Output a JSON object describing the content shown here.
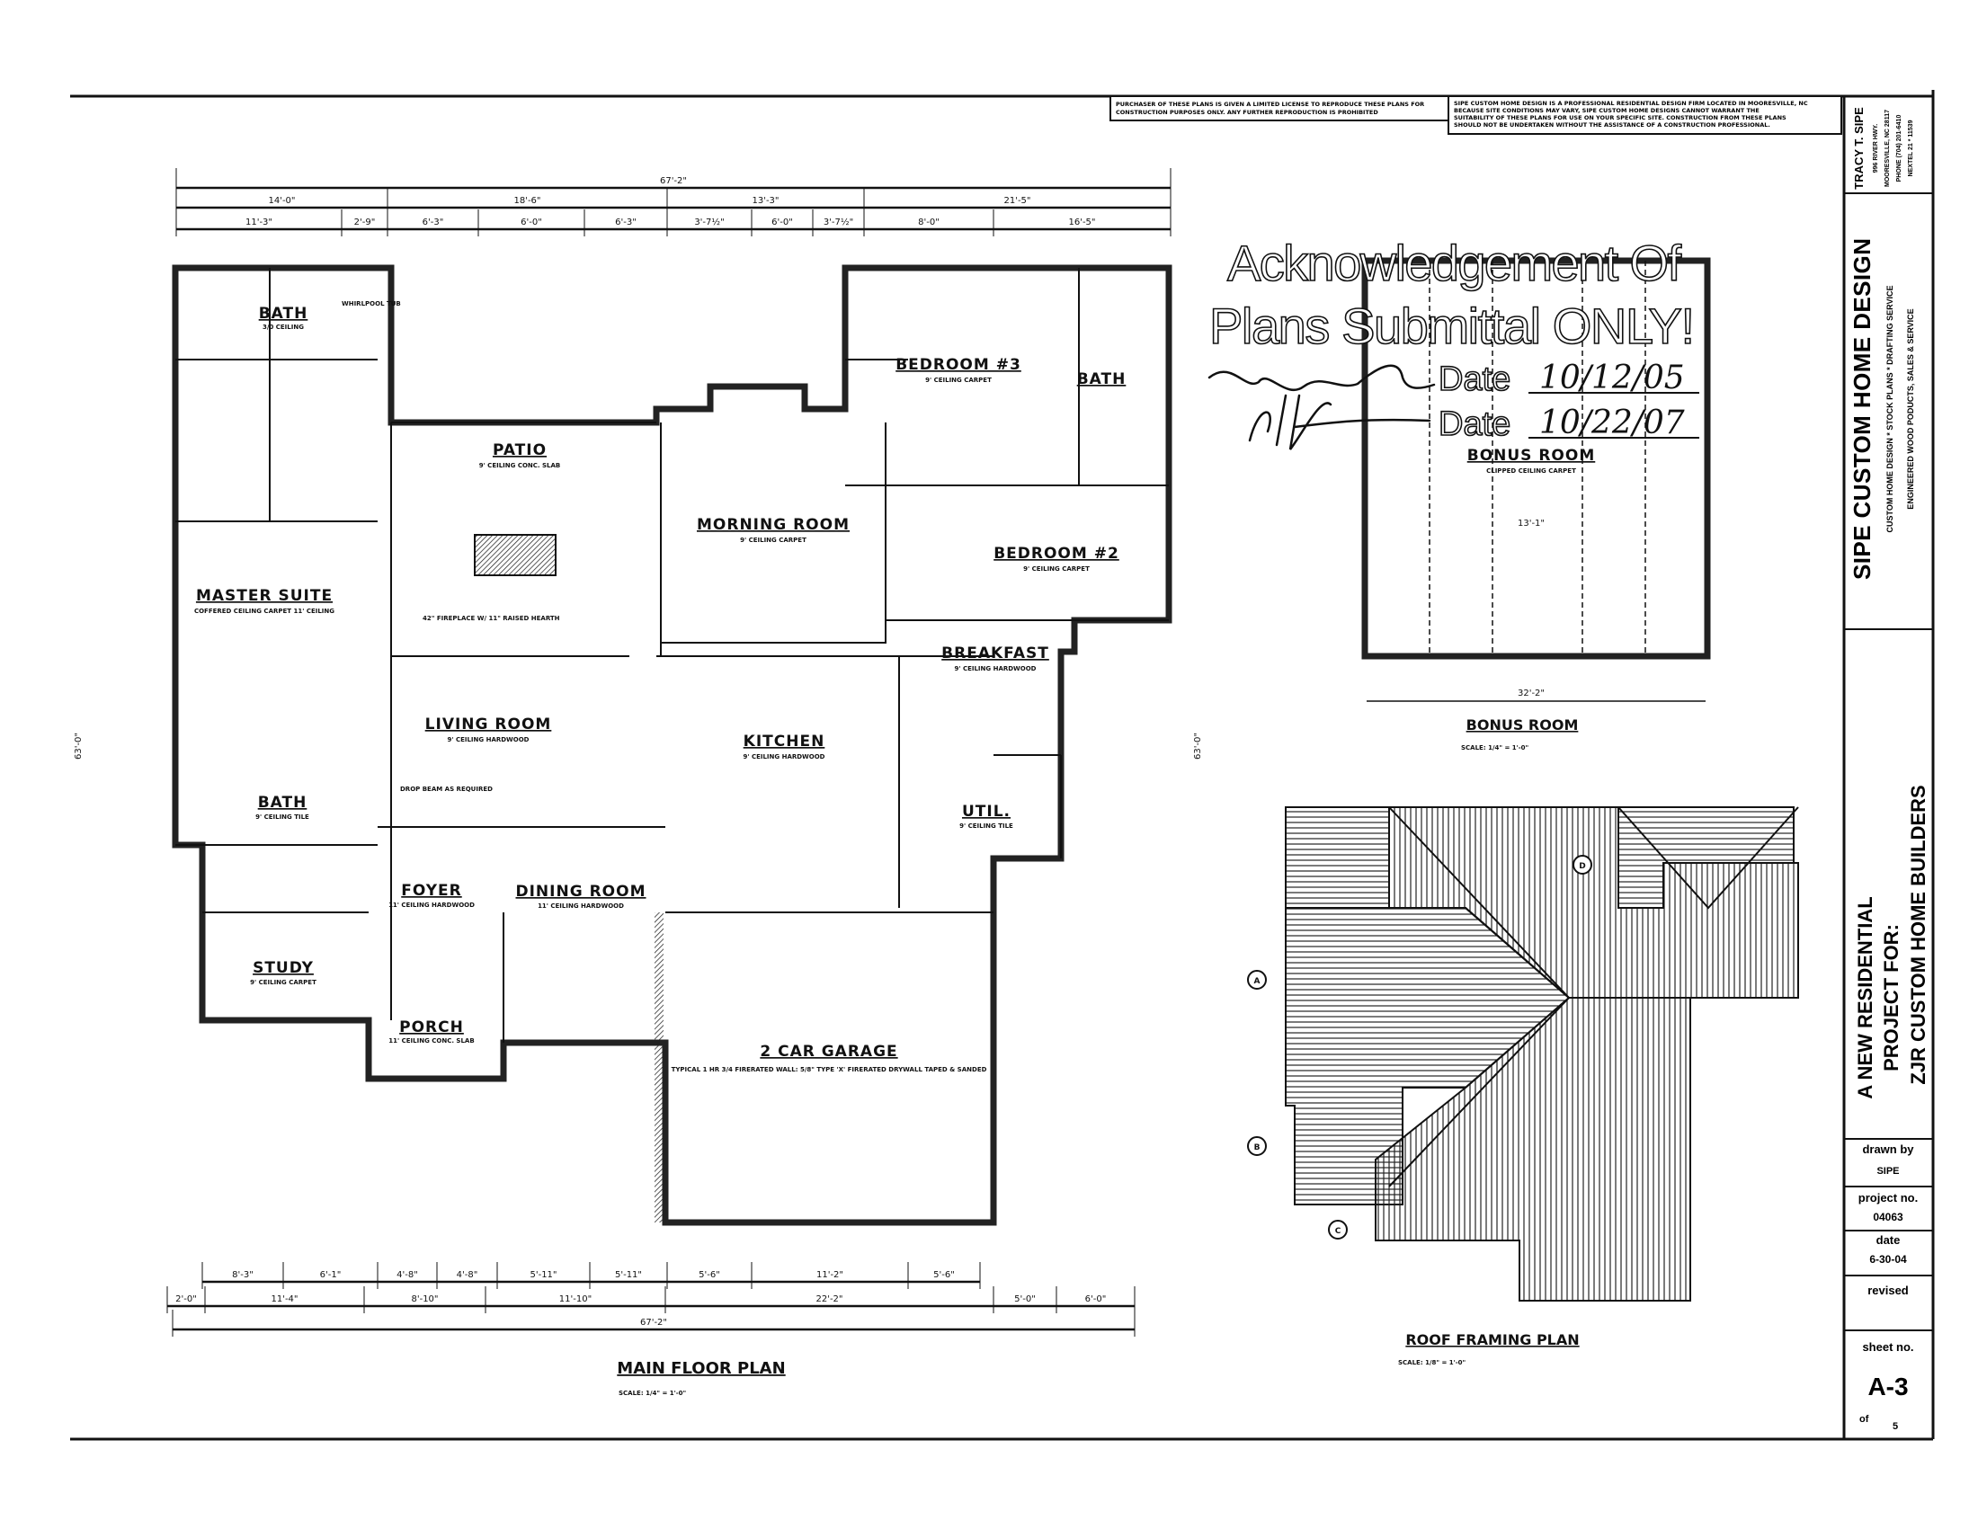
{
  "notices": {
    "license": [
      "PURCHASER OF THESE PLANS IS GIVEN A LIMITED LICENSE TO REPRODUCE THESE PLANS FOR",
      "CONSTRUCTION PURPOSES ONLY. ANY FURTHER REPRODUCTION IS PROHIBITED"
    ],
    "disclaimer": [
      "SIPE CUSTOM HOME DESIGN IS A PROFESSIONAL RESIDENTIAL DESIGN FIRM LOCATED IN MOORESVILLE, NC",
      "BECAUSE SITE CONDITIONS MAY VARY, SIPE CUSTOM HOME DESIGNS CANNOT WARRANT THE",
      "SUITABILITY OF THESE PLANS FOR USE ON YOUR SPECIFIC SITE. CONSTRUCTION FROM THESE PLANS",
      "SHOULD NOT BE UNDERTAKEN WITHOUT THE ASSISTANCE OF A CONSTRUCTION PROFESSIONAL."
    ]
  },
  "stamp": {
    "line1": "Acknowledgement Of",
    "line2": "Plans Submittal ONLY!",
    "date_label_1": "Date",
    "date_value_1": "10/12/05",
    "date_label_2": "Date",
    "date_value_2": "10/22/07"
  },
  "plan": {
    "title": "MAIN FLOOR PLAN",
    "scale": "SCALE: 1/4\" = 1'-0\"",
    "rooms": [
      {
        "name": "BATH",
        "note": "3/0 CEILING"
      },
      {
        "name": "PATIO",
        "note": "9' CEILING CONC. SLAB"
      },
      {
        "name": "MORNING ROOM",
        "note": "9' CEILING CARPET"
      },
      {
        "name": "BEDROOM #3",
        "note": "9' CEILING CARPET"
      },
      {
        "name": "BATH",
        "note": ""
      },
      {
        "name": "BEDROOM #2",
        "note": "9' CEILING CARPET"
      },
      {
        "name": "MASTER SUITE",
        "note": "COFFERED CEILING CARPET 11' CEILING"
      },
      {
        "name": "LIVING ROOM",
        "note": "9' CEILING HARDWOOD"
      },
      {
        "name": "KITCHEN",
        "note": "9' CEILING HARDWOOD"
      },
      {
        "name": "BREAKFAST",
        "note": "9' CEILING HARDWOOD"
      },
      {
        "name": "UTIL.",
        "note": "9' CEILING TILE"
      },
      {
        "name": "BATH",
        "note": "9' CEILING TILE"
      },
      {
        "name": "FOYER",
        "note": "11' CEILING HARDWOOD"
      },
      {
        "name": "DINING ROOM",
        "note": "11' CEILING HARDWOOD"
      },
      {
        "name": "STUDY",
        "note": "9' CEILING CARPET"
      },
      {
        "name": "PORCH",
        "note": "11' CEILING CONC. SLAB"
      },
      {
        "name": "2 CAR GARAGE",
        "note": "TYPICAL 1 HR 3/4 FIRERATED WALL: 5/8\" TYPE 'X' FIRERATED DRYWALL TAPED & SANDED"
      }
    ],
    "misc_notes": [
      "WHIRLPOOL TUB",
      "42\" FIREPLACE W/ 11\" RAISED HEARTH",
      "DROP BEAM AS REQUIRED"
    ],
    "top_dims": {
      "overall": "67'-2\"",
      "row2": [
        "14'-0\"",
        "18'-6\"",
        "13'-3\"",
        "21'-5\""
      ],
      "row3": [
        "11'-3\"",
        "2'-9\"",
        "6'-3\"",
        "6'-0\"",
        "6'-3\"",
        "3'-7½\"",
        "6'-0\"",
        "3'-7½\"",
        "8'-0\"",
        "16'-5\""
      ]
    },
    "bottom_dims": {
      "row1": [
        "8'-3\"",
        "6'-1\"",
        "4'-8\"",
        "4'-8\"",
        "5'-11\"",
        "5'-11\"",
        "5'-6\"",
        "11'-2\"",
        "5'-6\""
      ],
      "row2": [
        "2'-0\"",
        "11'-4\"",
        "8'-10\"",
        "11'-10\"",
        "22'-2\"",
        "5'-0\"",
        "6'-0\""
      ],
      "overall": "67'-2\""
    },
    "side_dims": {
      "left": "63'-0\"",
      "right": "63'-0\""
    }
  },
  "bonus": {
    "room_label": "BONUS ROOM",
    "room_note": "CLIPPED CEILING CARPET",
    "dim_width": "32'-2\"",
    "dim_inner": "13'-1\"",
    "title": "BONUS ROOM",
    "scale": "SCALE: 1/4\" = 1'-0\""
  },
  "roof": {
    "title": "ROOF FRAMING PLAN",
    "scale": "SCALE: 1/8\" = 1'-0\"",
    "markers": [
      "A",
      "B",
      "C",
      "D"
    ]
  },
  "title_block": {
    "company": "SIPE CUSTOM HOME DESIGN",
    "services_1": "CUSTOM HOME DESIGN * STOCK PLANS * DRAFTING SERVICE",
    "services_2": "ENGINEERED WOOD PODUCTS, SALES & SERVICE",
    "designer": "TRACY T. SIPE",
    "address_1": "996 RIVER HWY.",
    "address_2": "MOORESVILLE, NC 28117",
    "phone": "PHONE (704) 201-6410",
    "nextel": "NEXTEL 21 * 11539",
    "project_1": "A NEW RESIDENTIAL",
    "project_2": "PROJECT FOR:",
    "project_3": "ZJR CUSTOM HOME BUILDERS",
    "drawn_by_label": "drawn by",
    "drawn_by": "SIPE",
    "project_no_label": "project no.",
    "project_no": "04063",
    "date_label": "date",
    "date": "6-30-04",
    "revised_label": "revised",
    "revised": "",
    "sheet_no_label": "sheet no.",
    "sheet_no": "A-3",
    "of_label": "of",
    "total_sheets": "5"
  }
}
